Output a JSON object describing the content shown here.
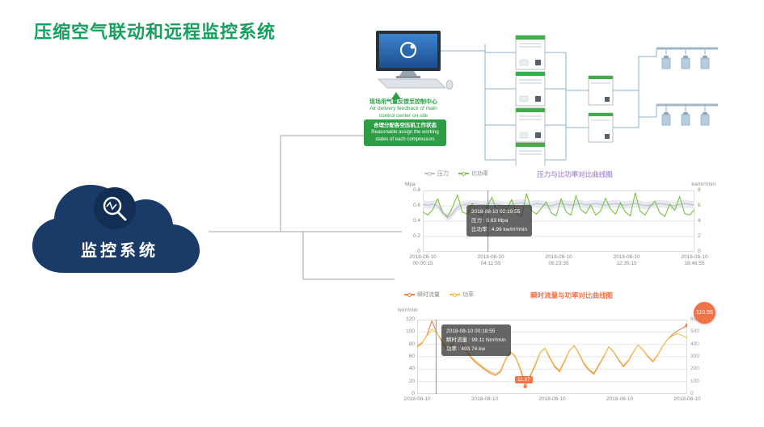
{
  "page": {
    "title": "压缩空气联动和远程监控系统"
  },
  "cloud": {
    "label": "监控系统",
    "icon": "magnifier-pulse-icon"
  },
  "diagram": {
    "feedback": {
      "cn": "现场用气量反馈至控制中心",
      "en1": "Air delivery feedback of main",
      "en2": "control center on site"
    },
    "assign": {
      "cn": "合理分配各空压机工作状态",
      "en1": "Reasonable assign the working",
      "en2": "states of each compressors"
    }
  },
  "chart_data": [
    {
      "type": "line",
      "title": "压力与比功率对比曲线图",
      "title_color": "#b49ddb",
      "left_unit": "Mpa",
      "right_unit": "kw/m³/min",
      "left_ticks": [
        0,
        0.2,
        0.4,
        0.6,
        0.8
      ],
      "right_ticks": [
        0,
        2,
        4,
        6,
        8
      ],
      "right_tick_color": "#6aa84f",
      "x_labels": [
        [
          "2018-08-10",
          "00:00:15"
        ],
        [
          "2018-08-10",
          "04:11:55"
        ],
        [
          "2018-08-10",
          "08:23:35"
        ],
        [
          "2018-08-10",
          "12:35:15"
        ],
        [
          "2018-08-10",
          "16:46:55"
        ]
      ],
      "series": [
        {
          "name": "压力",
          "axis": "left",
          "color": "#b9bdd4",
          "band": 0.05,
          "band_color": "#e9e9f0",
          "values": [
            0.62,
            0.61,
            0.62,
            0.6,
            0.52,
            0.44,
            0.5,
            0.58,
            0.61,
            0.62,
            0.63,
            0.62,
            0.61,
            0.62,
            0.63,
            0.62,
            0.61,
            0.6,
            0.62,
            0.63,
            0.64,
            0.62,
            0.61,
            0.63,
            0.62,
            0.61,
            0.6,
            0.62,
            0.63,
            0.62,
            0.61,
            0.62,
            0.63,
            0.61,
            0.62,
            0.63,
            0.62,
            0.61,
            0.62,
            0.63,
            0.62,
            0.61,
            0.62,
            0.63,
            0.62,
            0.6,
            0.61,
            0.62,
            0.63,
            0.62,
            0.61,
            0.6,
            0.62,
            0.63,
            0.62,
            0.61
          ]
        },
        {
          "name": "比功率",
          "axis": "right",
          "color": "#7ac143",
          "values": [
            5.2,
            4.8,
            5.5,
            6.9,
            5.1,
            4.6,
            5.8,
            7.4,
            5.2,
            4.9,
            6.3,
            5.0,
            4.7,
            5.9,
            7.1,
            5.3,
            4.8,
            5.6,
            6.8,
            5.0,
            4.6,
            7.6,
            5.4,
            4.9,
            5.7,
            6.5,
            5.1,
            4.7,
            6.9,
            5.2,
            4.8,
            7.3,
            5.5,
            5.0,
            6.1,
            4.8,
            5.3,
            7.0,
            5.6,
            4.9,
            6.4,
            5.2,
            4.7,
            7.7,
            5.3,
            4.8,
            5.9,
            6.6,
            5.1,
            4.6,
            6.2,
            5.4,
            7.2,
            5.0,
            4.8,
            5.5
          ]
        }
      ],
      "cursor_frac": 0.24,
      "cursor_color": "#5b9bd5",
      "tooltip": {
        "line1": "2018-08-10 02:19:55",
        "line2": "压力 : 0.63 Mpa",
        "line3": "比功率 : 4.99 kw/m³/min"
      }
    },
    {
      "type": "line",
      "title": "瞬时流量与功率对比曲线图",
      "title_color": "#f0734a",
      "left_unit": "Nm³/min",
      "right_unit": "",
      "left_ticks": [
        0,
        20,
        40,
        60,
        80,
        100,
        120
      ],
      "right_ticks": [
        0,
        100,
        200,
        300,
        400,
        500,
        600
      ],
      "right_tick_color": "#999999",
      "x_labels": [
        [
          "2018-08-10",
          ""
        ],
        [
          "2018-08-10",
          ""
        ],
        [
          "2018-08-10",
          ""
        ],
        [
          "2018-08-10",
          ""
        ],
        [
          "2018-08-10",
          ""
        ]
      ],
      "series": [
        {
          "name": "瞬时流量",
          "axis": "left",
          "color": "#ef8149",
          "values": [
            76,
            82,
            95,
            118,
            99,
            85,
            72,
            78,
            90,
            86,
            70,
            58,
            50,
            44,
            38,
            33,
            30,
            36,
            55,
            68,
            60,
            40,
            11.87,
            28,
            45,
            66,
            74,
            58,
            44,
            36,
            52,
            70,
            78,
            64,
            48,
            38,
            32,
            46,
            60,
            76,
            68,
            55,
            44,
            53,
            67,
            79,
            71,
            60,
            52,
            63,
            77,
            88,
            96,
            102,
            106,
            110.55
          ]
        },
        {
          "name": "功率",
          "axis": "right",
          "color": "#f2c14b",
          "values": [
            390,
            415,
            470,
            521,
            494,
            436,
            372,
            398,
            448,
            430,
            358,
            300,
            262,
            230,
            200,
            178,
            162,
            190,
            282,
            342,
            305,
            210,
            95,
            150,
            235,
            332,
            372,
            298,
            228,
            190,
            268,
            352,
            390,
            325,
            248,
            200,
            170,
            238,
            305,
            382,
            344,
            282,
            228,
            272,
            338,
            396,
            358,
            305,
            266,
            318,
            386,
            440,
            470,
            488,
            472,
            452
          ]
        }
      ],
      "cursor_frac": 0.07,
      "cursor_color": "#5b9bd5",
      "tooltip": {
        "line1": "2018-08-10 00:18:55",
        "line2": "瞬时流量 : 99.11 Nm³/min",
        "line3": "功率 : 493.74 kw"
      },
      "markers": {
        "end_badge": "110.55",
        "low_label": "11.87"
      }
    }
  ]
}
